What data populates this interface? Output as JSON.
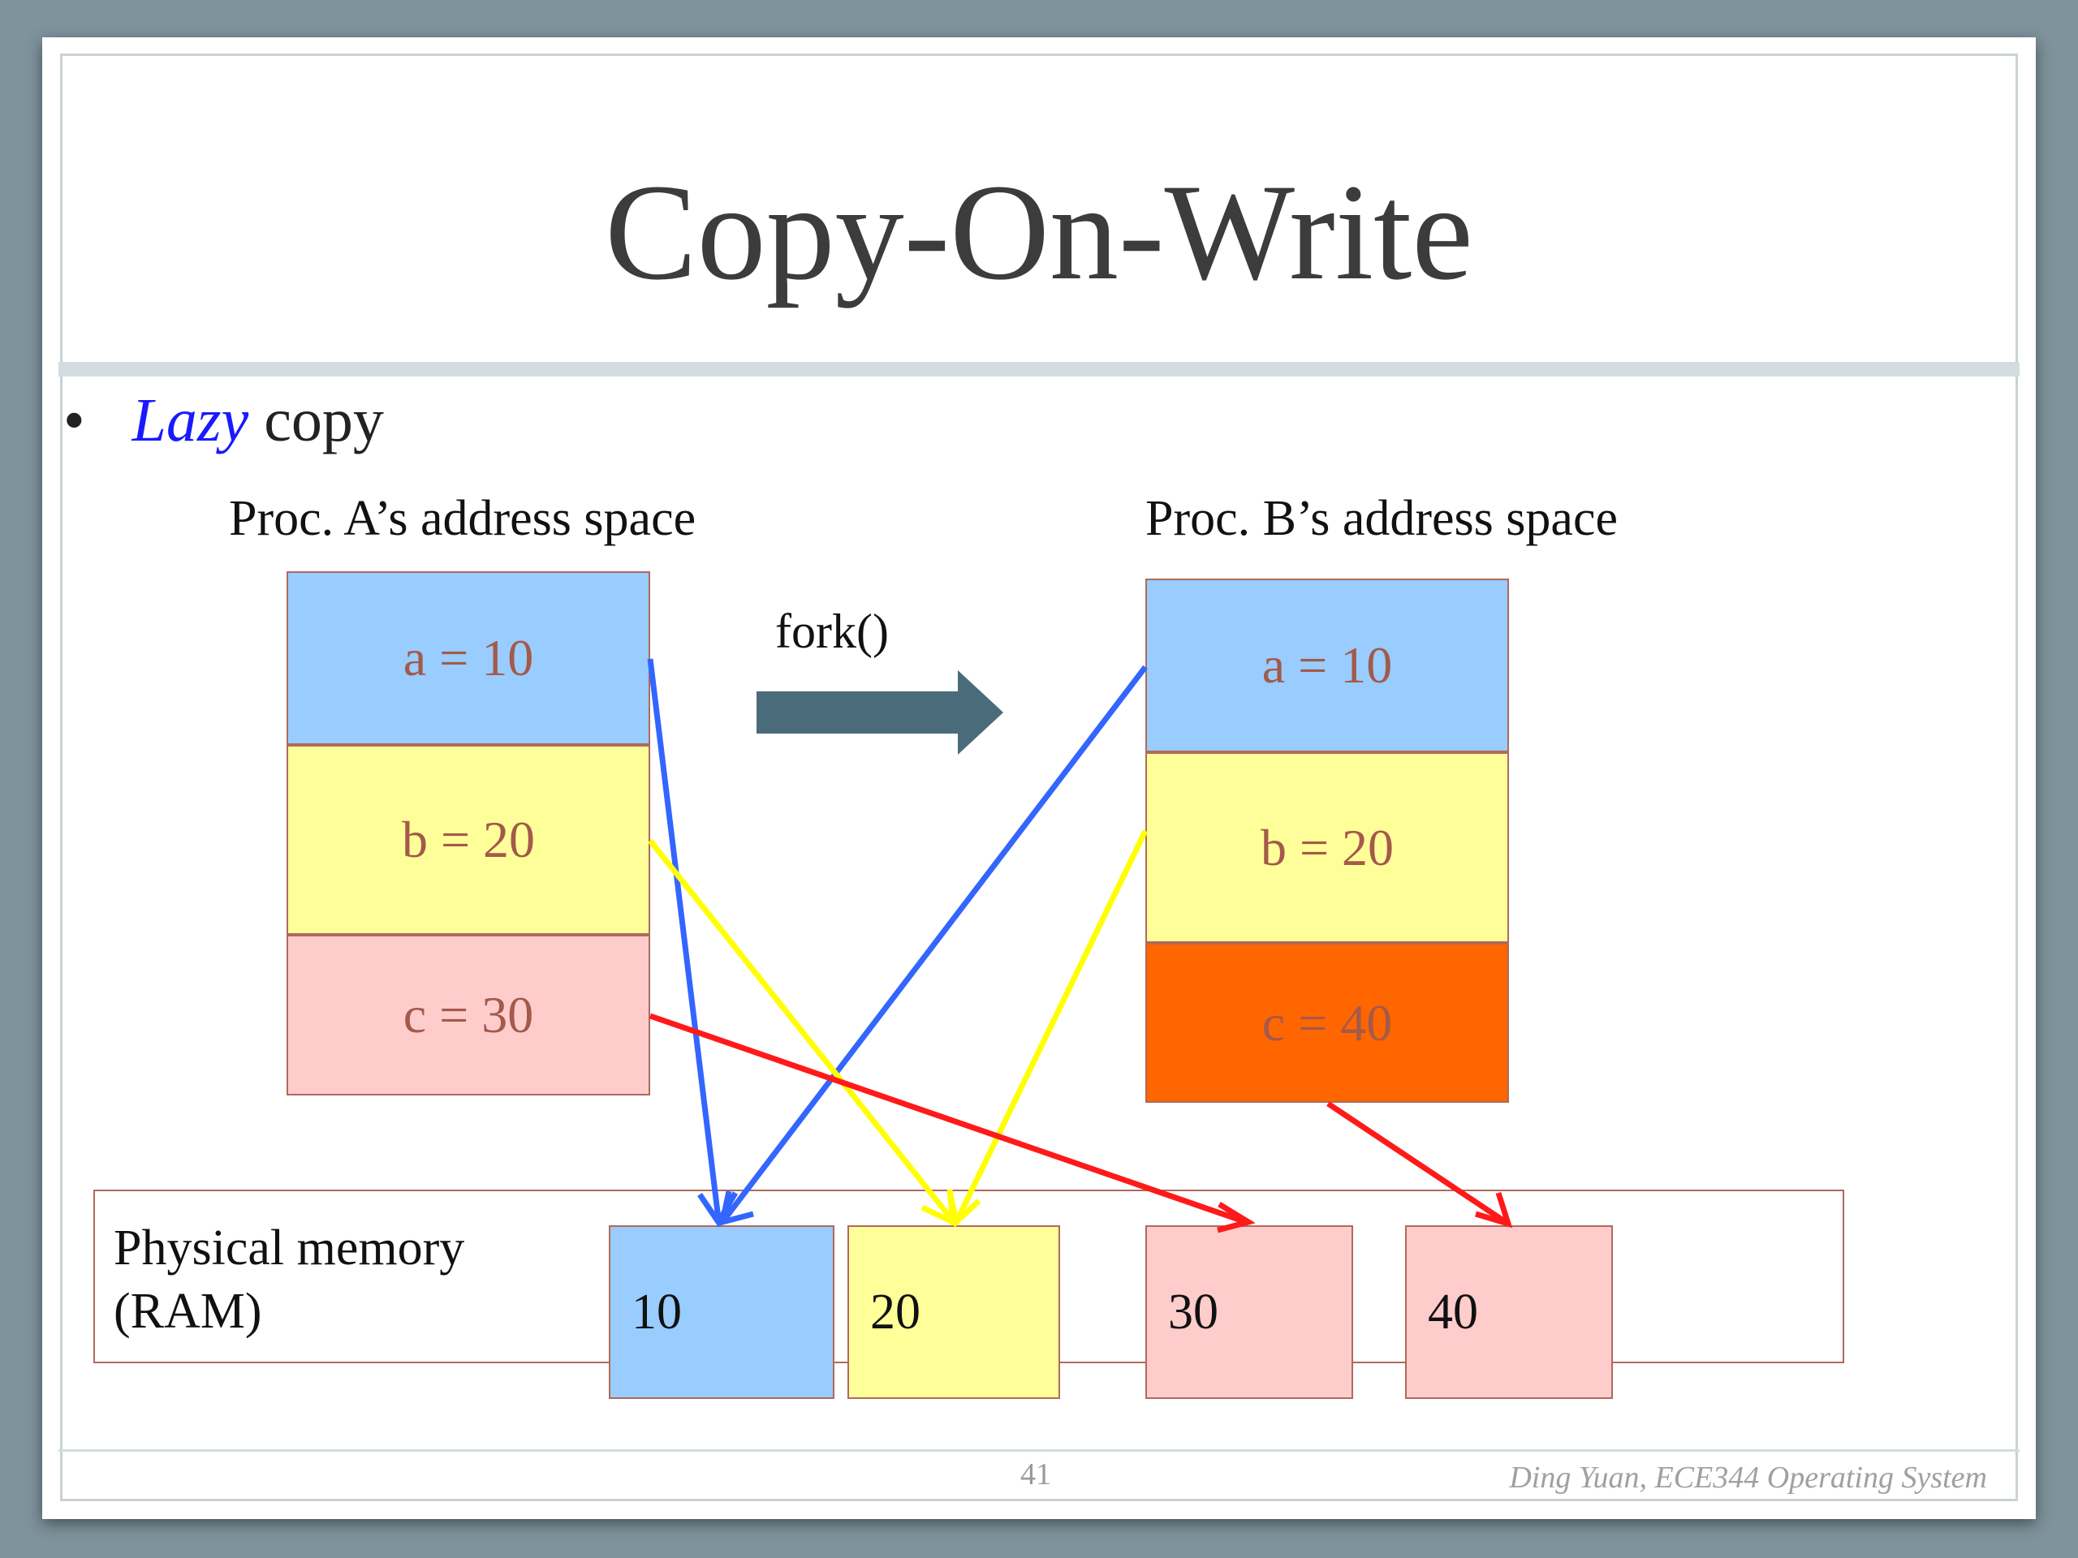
{
  "slide": {
    "title": "Copy-On-Write",
    "bullet": {
      "emphasis": "Lazy",
      "rest": "copy"
    },
    "proc_a_label": "Proc. A’s address space",
    "proc_b_label": "Proc. B’s address space",
    "fork_label": "fork()",
    "proc_a_cells": [
      {
        "text": "a = 10",
        "color": "#99ccff"
      },
      {
        "text": "b = 20",
        "color": "#ffff99"
      },
      {
        "text": "c = 30",
        "color": "#ffcccc"
      }
    ],
    "proc_b_cells": [
      {
        "text": "a = 10",
        "color": "#99ccff"
      },
      {
        "text": "b = 20",
        "color": "#ffff99"
      },
      {
        "text": "c = 40",
        "color": "#ff6600"
      }
    ],
    "ram": {
      "label_line1": "Physical memory",
      "label_line2": "(RAM)",
      "cells": [
        {
          "text": "10",
          "color": "#99ccff"
        },
        {
          "text": "20",
          "color": "#ffff99"
        },
        {
          "text": "30",
          "color": "#ffcccc"
        },
        {
          "text": "40",
          "color": "#ffcccc"
        }
      ]
    },
    "arrow_colors": {
      "a": "#3366ff",
      "b": "#ffff00",
      "c": "#ff1a1a",
      "fork": "#4a6b7a"
    },
    "page_number": "41",
    "footer": "Ding Yuan, ECE344 Operating System"
  }
}
